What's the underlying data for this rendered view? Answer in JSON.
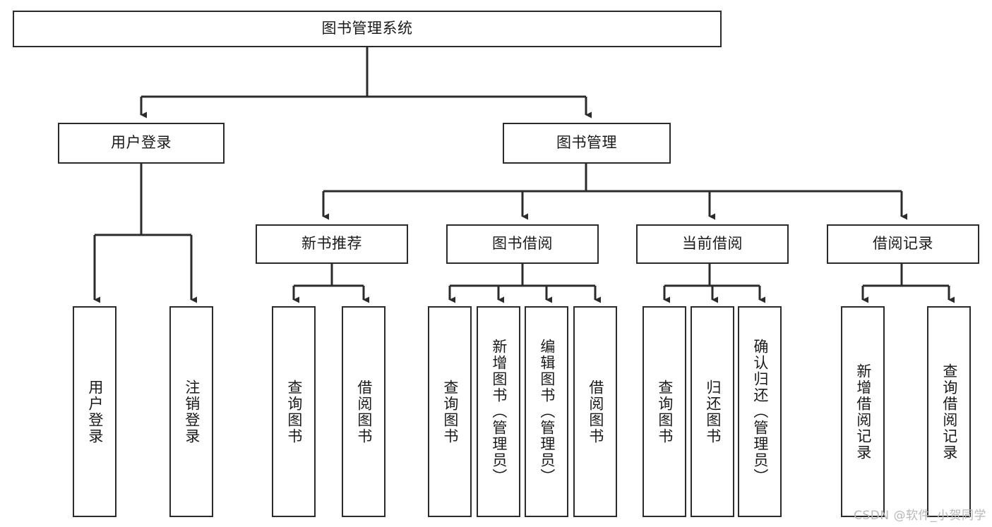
{
  "diagram": {
    "title": "图书管理系统",
    "type": "tree",
    "root": {
      "label": "图书管理系统"
    },
    "level2": [
      {
        "label": "用户登录"
      },
      {
        "label": "图书管理"
      }
    ],
    "level3": [
      {
        "label": "新书推荐"
      },
      {
        "label": "图书借阅"
      },
      {
        "label": "当前借阅"
      },
      {
        "label": "借阅记录"
      }
    ],
    "leaves": [
      {
        "label": "用户登录",
        "parent": "用户登录"
      },
      {
        "label": "注销登录",
        "parent": "用户登录"
      },
      {
        "label": "查询图书",
        "parent": "新书推荐"
      },
      {
        "label": "借阅图书",
        "parent": "新书推荐"
      },
      {
        "label": "查询图书",
        "parent": "图书借阅"
      },
      {
        "label": "新增图书（管理员）",
        "parent": "图书借阅"
      },
      {
        "label": "编辑图书（管理员）",
        "parent": "图书借阅"
      },
      {
        "label": "借阅图书",
        "parent": "图书借阅"
      },
      {
        "label": "查询图书",
        "parent": "当前借阅"
      },
      {
        "label": "归还图书",
        "parent": "当前借阅"
      },
      {
        "label": "确认归还（管理员）",
        "parent": "当前借阅"
      },
      {
        "label": "新增借阅记录",
        "parent": "借阅记录"
      },
      {
        "label": "查询借阅记录",
        "parent": "借阅记录"
      }
    ]
  },
  "watermark": {
    "text": "CSDN @软件_小贺同学"
  },
  "colors": {
    "stroke": "#2b2b2b",
    "text": "#1a1a1a",
    "background": "#ffffff",
    "watermark": "#b8b8b8"
  }
}
